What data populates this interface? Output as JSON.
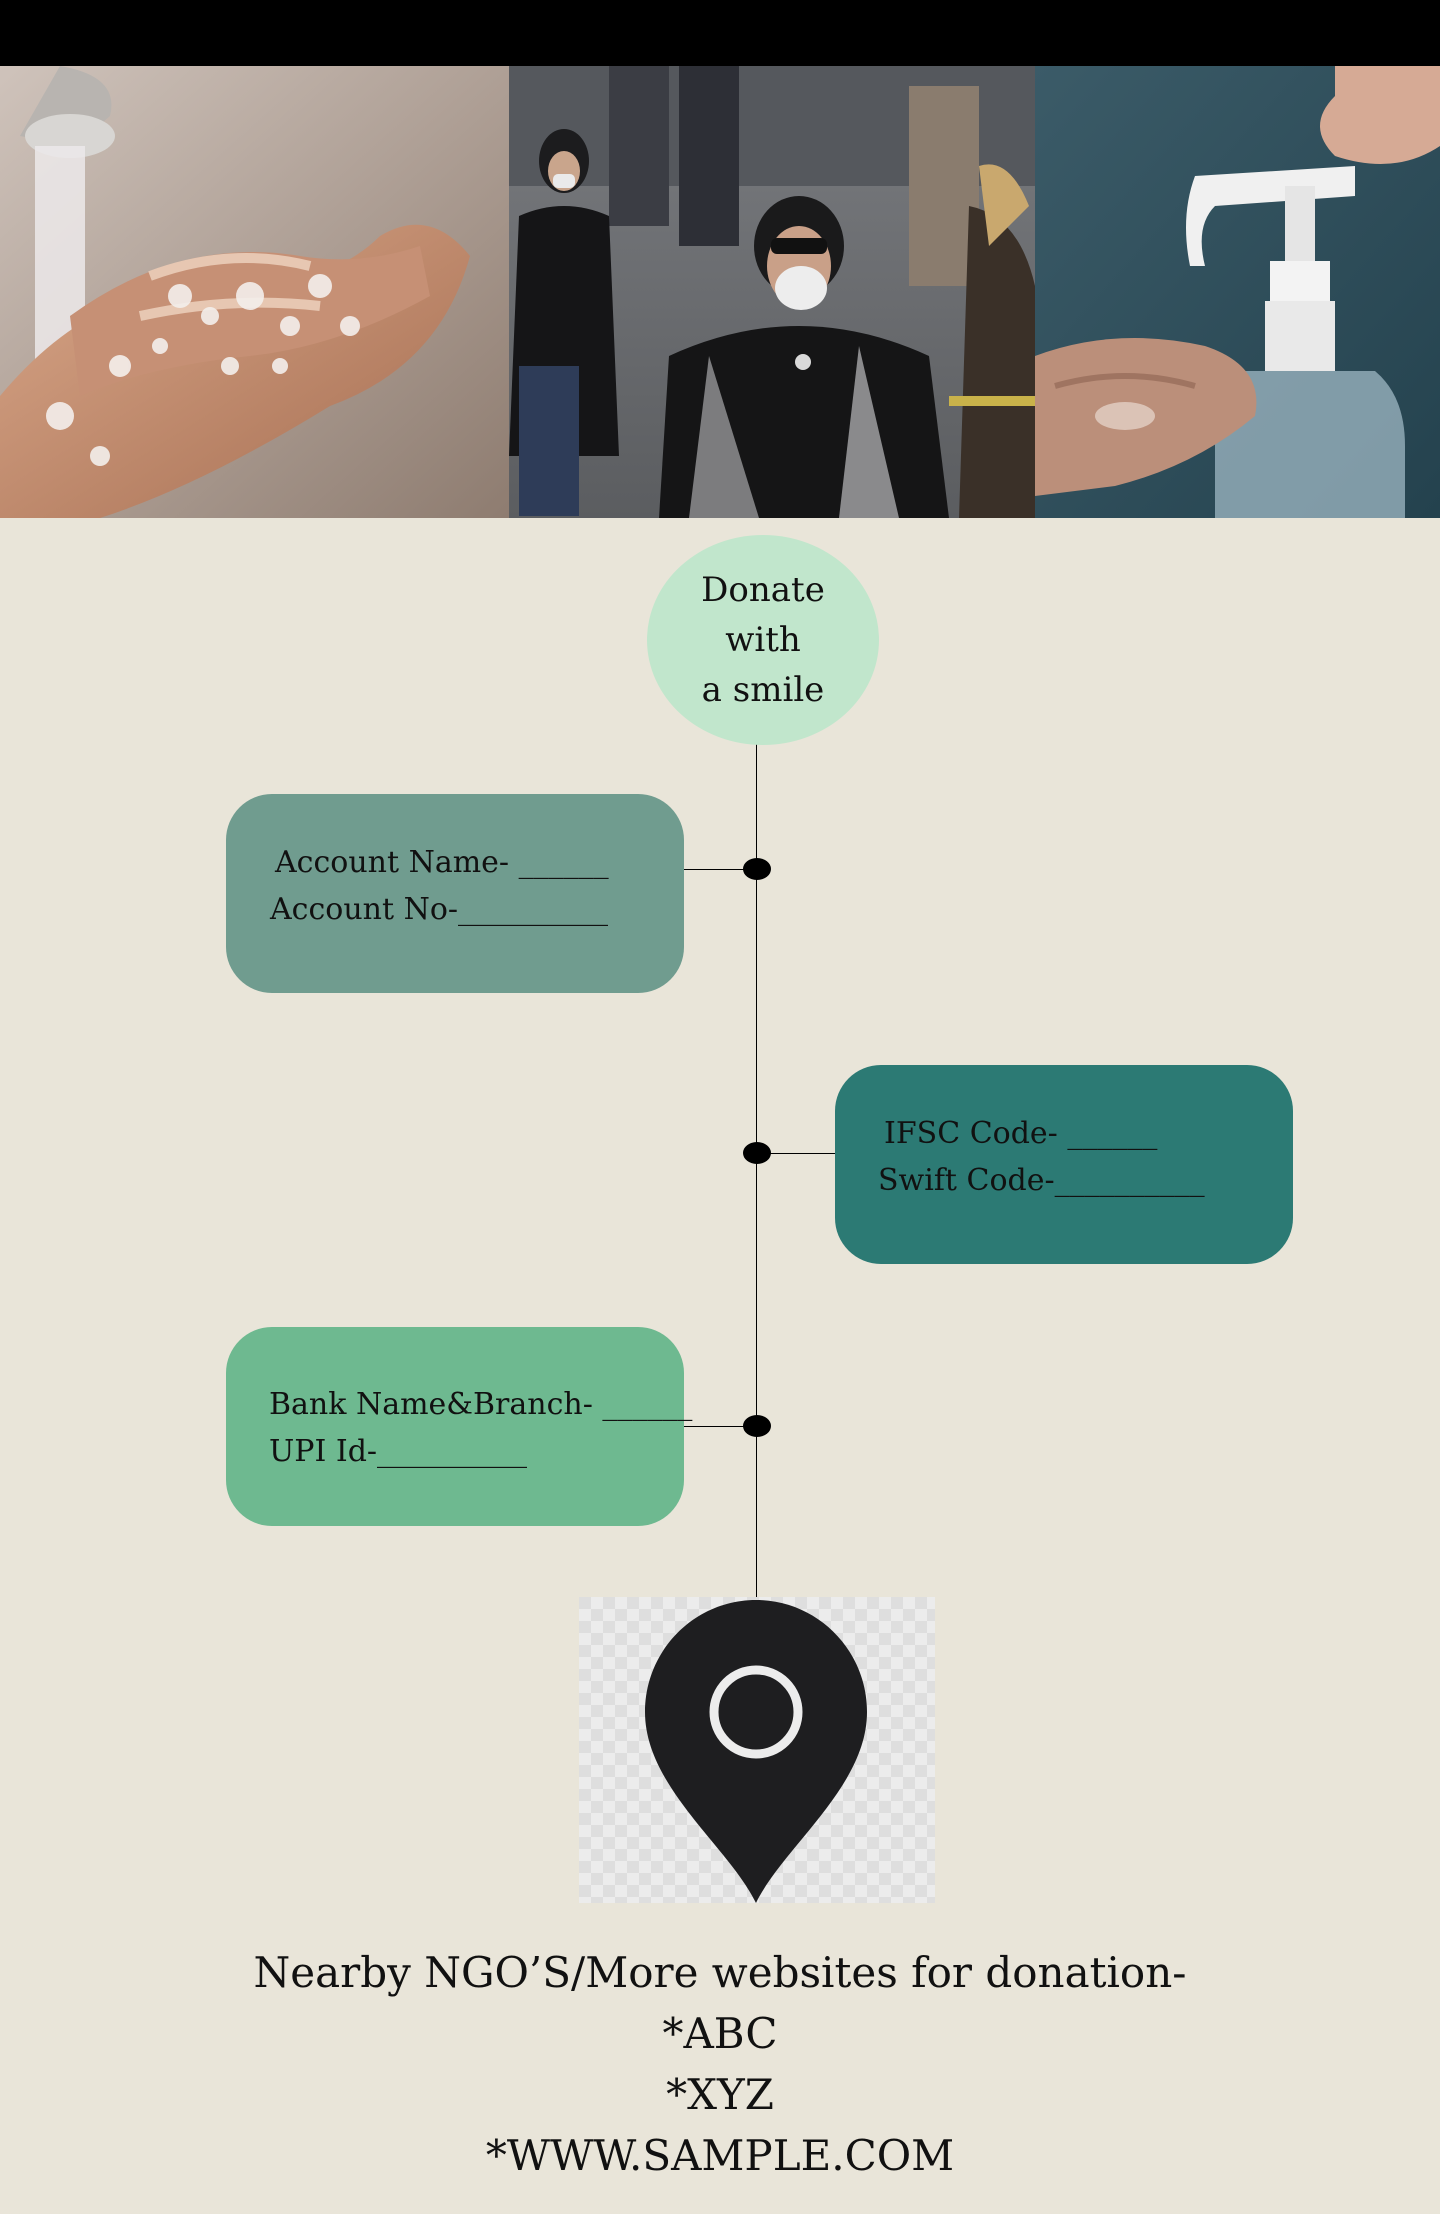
{
  "photos": [
    {
      "name": "photo-handwashing",
      "description": "hands washing with soap under tap"
    },
    {
      "name": "photo-masked-crowd",
      "description": "people walking wearing face masks"
    },
    {
      "name": "photo-sanitizer",
      "description": "hand sanitizer pump bottle"
    }
  ],
  "center_circle": {
    "line1": "Donate with",
    "line2": "a smile"
  },
  "account_box": {
    "line1": "Account Name- ______",
    "line2": "Account No-__________"
  },
  "ifsc_box": {
    "line1": "IFSC Code- ______",
    "line2": "Swift Code-__________"
  },
  "bank_box": {
    "line1": "Bank Name&Branch- ______",
    "line2": "UPI Id-__________"
  },
  "location_icon": "map-pin-icon",
  "footer": {
    "heading": "Nearby  NGO’S/More websites for donation-",
    "items": [
      "*ABC",
      "*XYZ",
      "*WWW.SAMPLE.COM"
    ]
  },
  "colors": {
    "background": "#e9e5d9",
    "circle": "#c1e6cc",
    "account_box": "#709c8f",
    "ifsc_box": "#2c7a74",
    "bank_box": "#6eb990",
    "pin": "#1e1e20"
  }
}
